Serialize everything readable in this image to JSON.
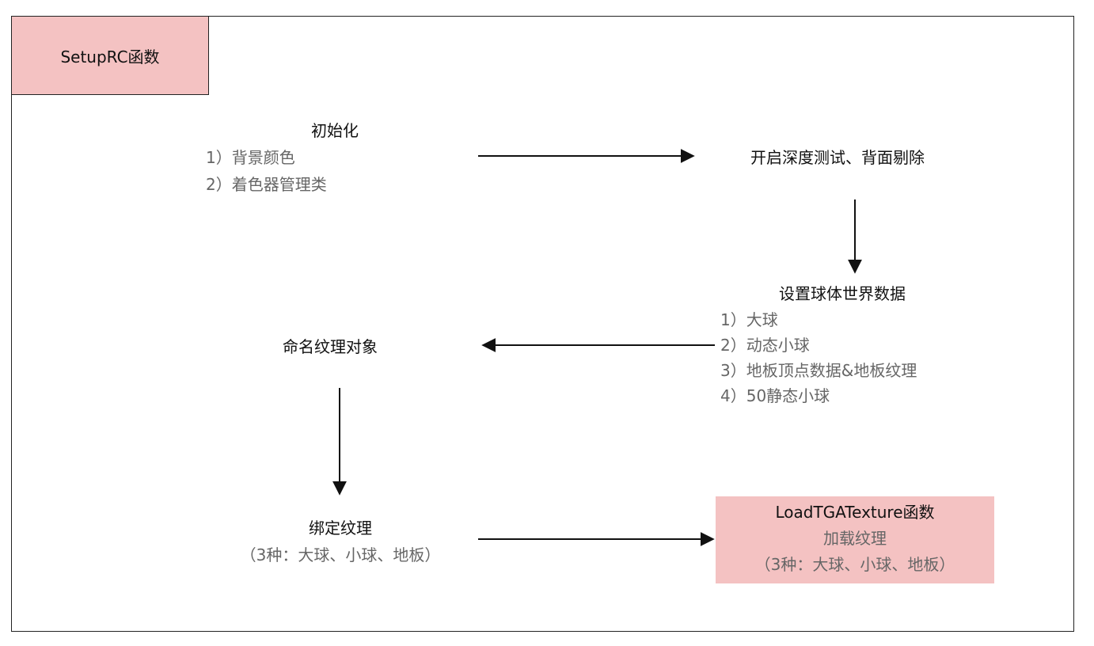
{
  "title": "SetupRC函数",
  "colors": {
    "box_fill": "#f4c2c2",
    "border": "#222222",
    "head_text": "#111111",
    "sub_text": "#666666"
  },
  "nodes": {
    "init": {
      "head": "初始化",
      "items": [
        "1）背景颜色",
        "2）着色器管理类"
      ]
    },
    "depth": {
      "head": "开启深度测试、背面剔除"
    },
    "sphere": {
      "head": "设置球体世界数据",
      "items": [
        "1）大球",
        "2）动态小球",
        "3）地板顶点数据&地板纹理",
        "4）50静态小球"
      ]
    },
    "name_tex": {
      "head": "命名纹理对象"
    },
    "bind_tex": {
      "head": "绑定纹理",
      "sub": "（3种：大球、小球、地板）"
    },
    "load_tga": {
      "head": "LoadTGATexture函数",
      "sub1": "加载纹理",
      "sub2": "（3种：大球、小球、地板）"
    }
  }
}
